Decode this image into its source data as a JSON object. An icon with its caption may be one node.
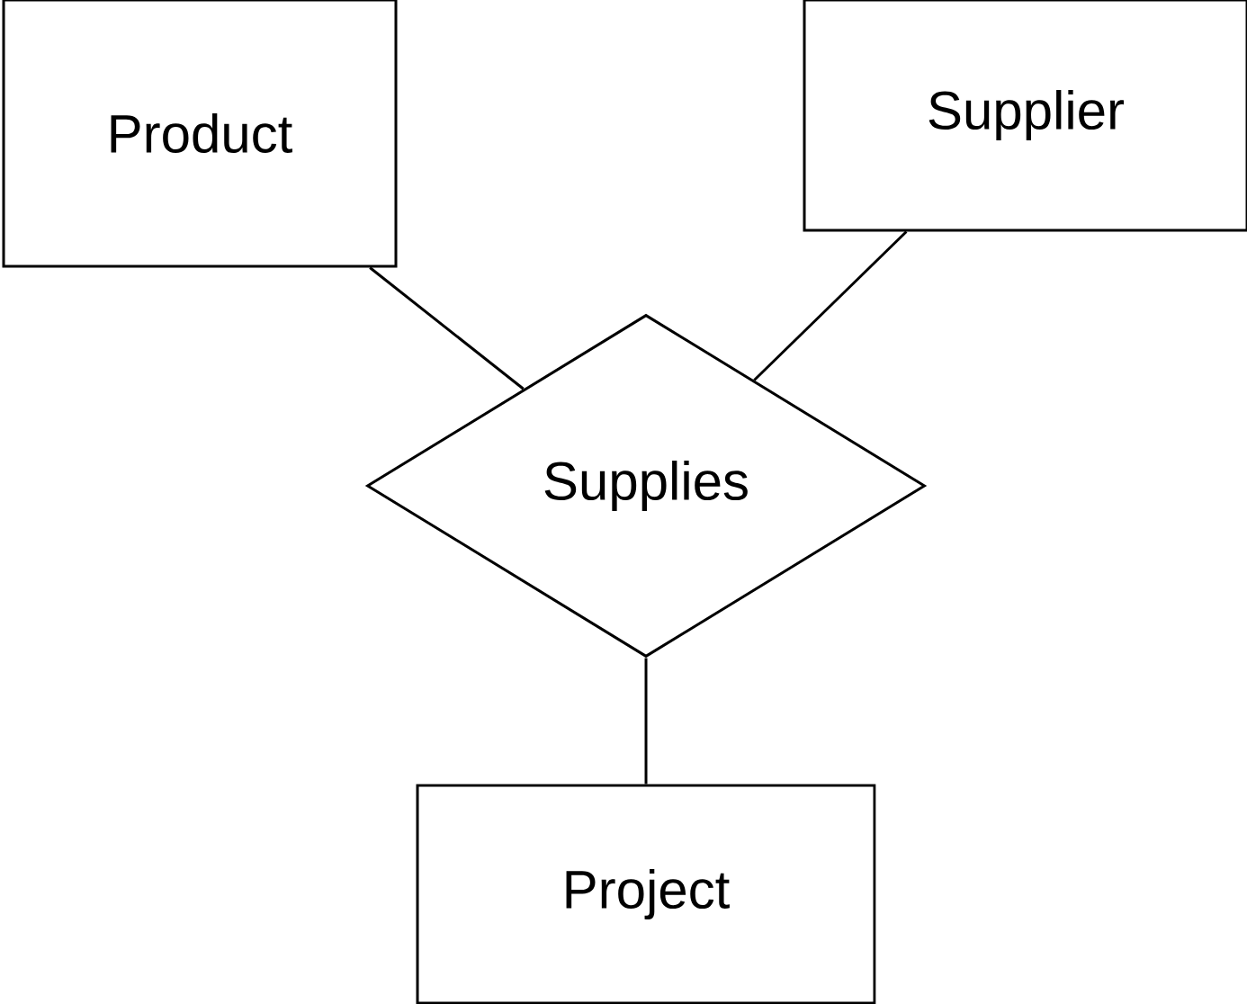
{
  "diagram": {
    "nodes": [
      {
        "text": [
          "Product"
        ]
      },
      {
        "text": [
          "Supplier"
        ]
      },
      {
        "text": [
          "Supplies"
        ]
      },
      {
        "text": [
          "Project"
        ]
      }
    ],
    "edges": [
      {
        "from": 0,
        "to": 2,
        "arrow": "none"
      },
      {
        "from": 1,
        "to": 2,
        "arrow": "none"
      },
      {
        "from": 2,
        "to": 3,
        "arrow": "none"
      }
    ]
  }
}
